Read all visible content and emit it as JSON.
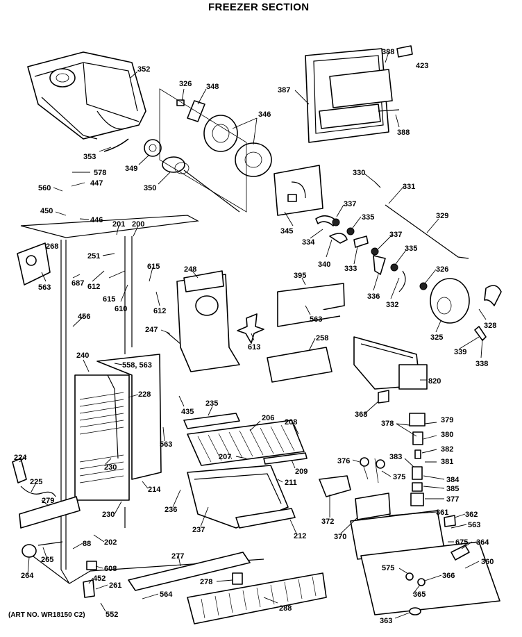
{
  "title": "FREEZER SECTION",
  "art_no": "(ART NO. WR18150 C2)",
  "labels": {
    "l352": "352",
    "l326a": "326",
    "l348": "348",
    "l346": "346",
    "l388a": "388",
    "l423": "423",
    "l387": "387",
    "l388b": "388",
    "l353": "353",
    "l349": "349",
    "l350": "350",
    "l578": "578",
    "l447": "447",
    "l560": "560",
    "l330": "330",
    "l331": "331",
    "l345": "345",
    "l450": "450",
    "l446": "446",
    "l337a": "337",
    "l335a": "335",
    "l329": "329",
    "l201": "201",
    "l200": "200",
    "l334": "334",
    "l337b": "337",
    "l268": "268",
    "l251": "251",
    "l340": "340",
    "l333": "333",
    "l335b": "335",
    "l615a": "615",
    "l248": "248",
    "l395": "395",
    "l326b": "326",
    "l687": "687",
    "l612a": "612",
    "l563a": "563",
    "l615b": "615",
    "l610": "610",
    "l612b": "612",
    "l336": "336",
    "l332": "332",
    "l563b": "563",
    "l456": "456",
    "l328": "328",
    "l247": "247",
    "l613": "613",
    "l325": "325",
    "l258": "258",
    "l339": "339",
    "l338": "338",
    "l240": "240",
    "l558": "558, 563",
    "l820": "820",
    "l228": "228",
    "l435": "435",
    "l235": "235",
    "l368": "368",
    "l206": "206",
    "l208": "208",
    "l378": "378",
    "l379": "379",
    "l563c": "563",
    "l380": "380",
    "l382": "382",
    "l224": "224",
    "l207": "207",
    "l376": "376",
    "l383": "383",
    "l381": "381",
    "l230a": "230",
    "l209": "209",
    "l375": "375",
    "l211": "211",
    "l384": "384",
    "l225": "225",
    "l214": "214",
    "l385": "385",
    "l279": "279",
    "l377": "377",
    "l236": "236",
    "l230b": "230",
    "l372": "372",
    "l361": "361",
    "l362": "362",
    "l237": "237",
    "l212": "212",
    "l370": "370",
    "l563d": "563",
    "l202": "202",
    "l88": "88",
    "l675": "675",
    "l364": "364",
    "l265": "265",
    "l277": "277",
    "l360": "360",
    "l264": "264",
    "l608": "608",
    "l575": "575",
    "l366": "366",
    "l452": "452",
    "l261": "261",
    "l278": "278",
    "l365": "365",
    "l564": "564",
    "l552": "552",
    "l288": "288",
    "l363": "363"
  }
}
